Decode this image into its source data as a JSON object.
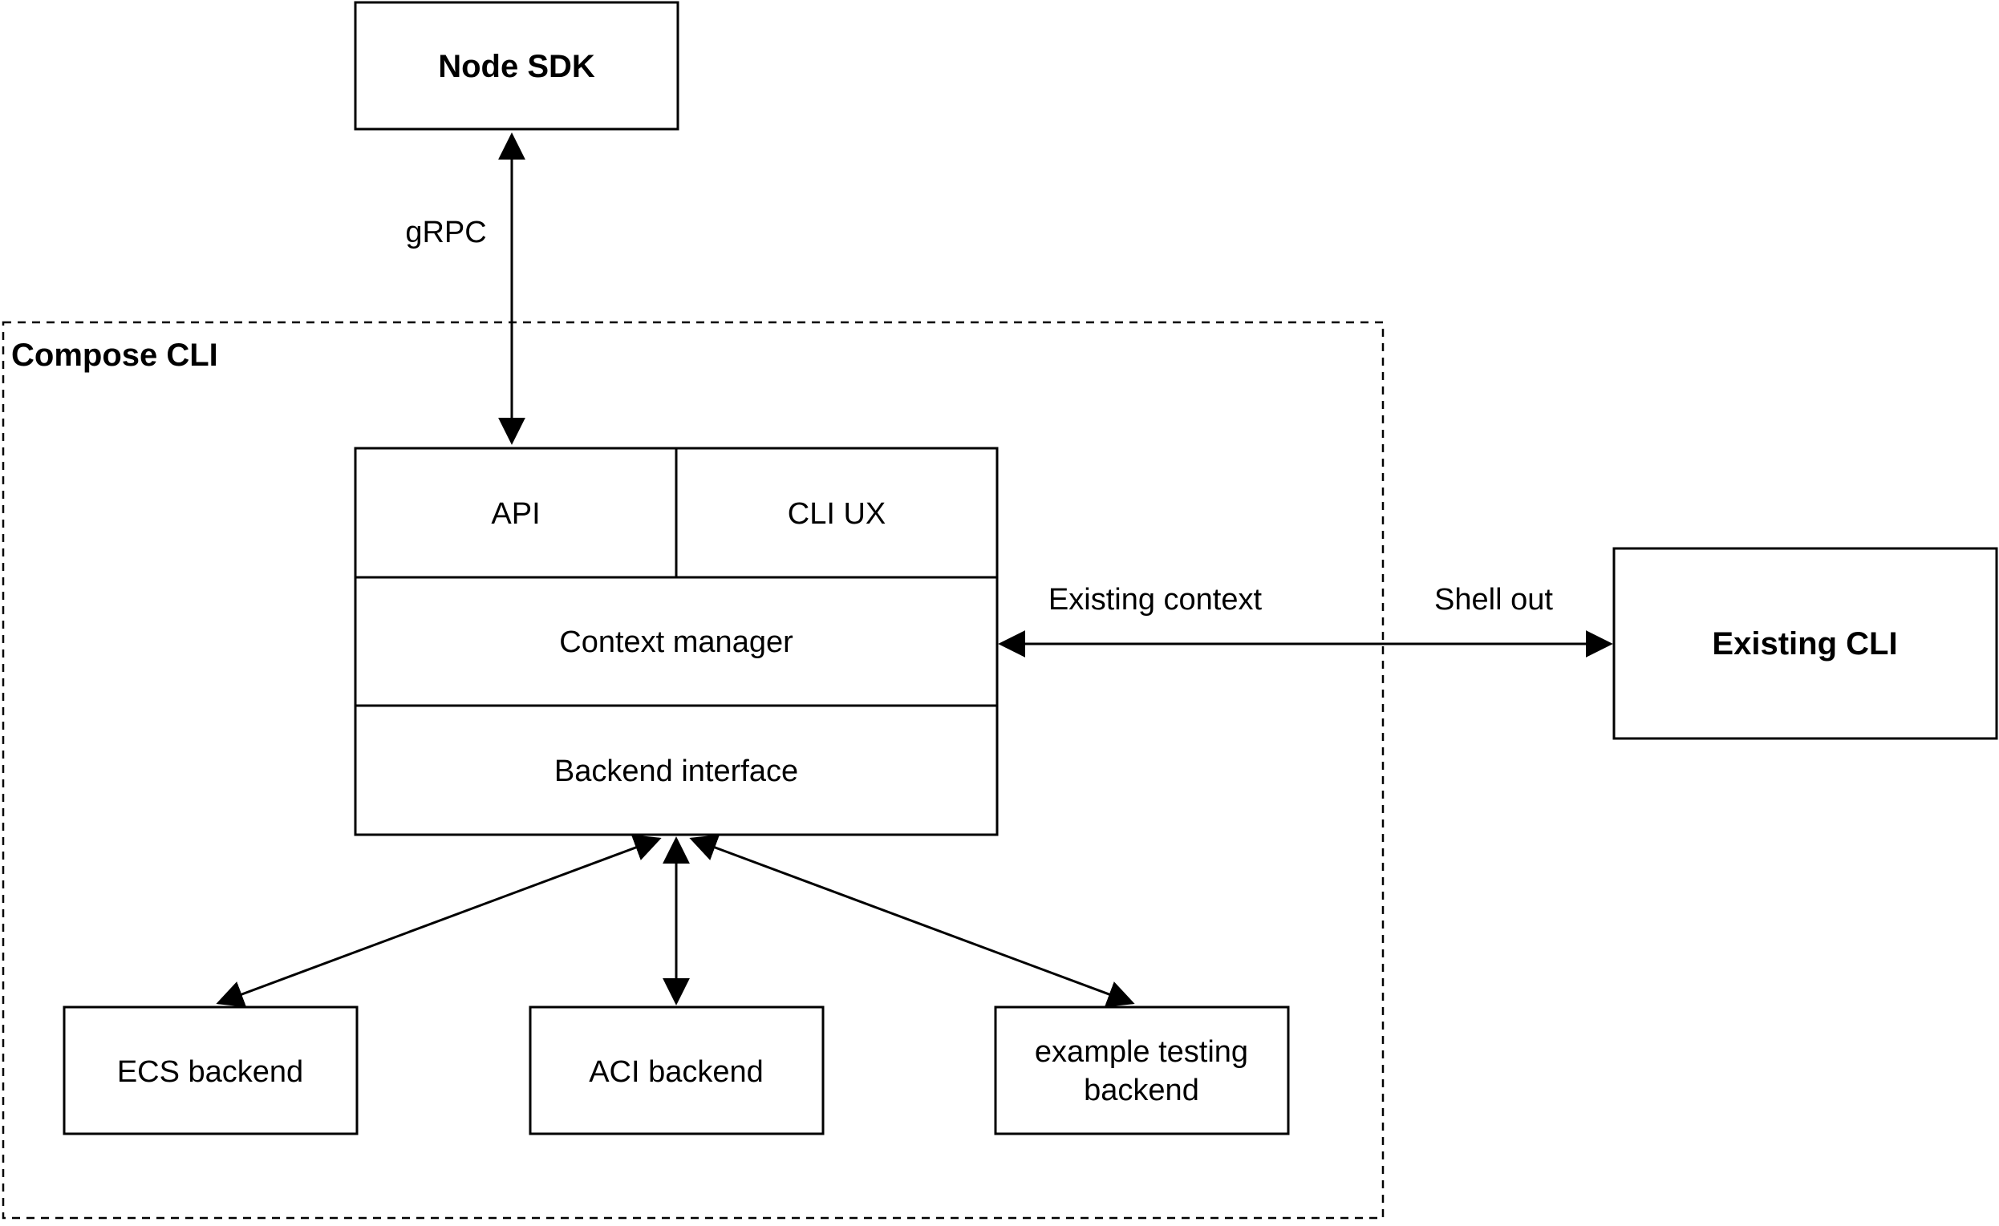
{
  "diagram": {
    "container_label": "Compose CLI",
    "nodes": {
      "node_sdk": "Node SDK",
      "api": "API",
      "cli_ux": "CLI UX",
      "context_manager": "Context manager",
      "backend_interface": "Backend interface",
      "existing_cli": "Existing CLI",
      "ecs_backend": "ECS backend",
      "aci_backend": "ACI backend",
      "example_testing_backend_line1": "example testing",
      "example_testing_backend_line2": "backend"
    },
    "edge_labels": {
      "grpc": "gRPC",
      "existing_context": "Existing context",
      "shell_out": "Shell out"
    },
    "colors": {
      "stroke": "#000000",
      "fill": "#ffffff",
      "text": "#000000"
    }
  }
}
